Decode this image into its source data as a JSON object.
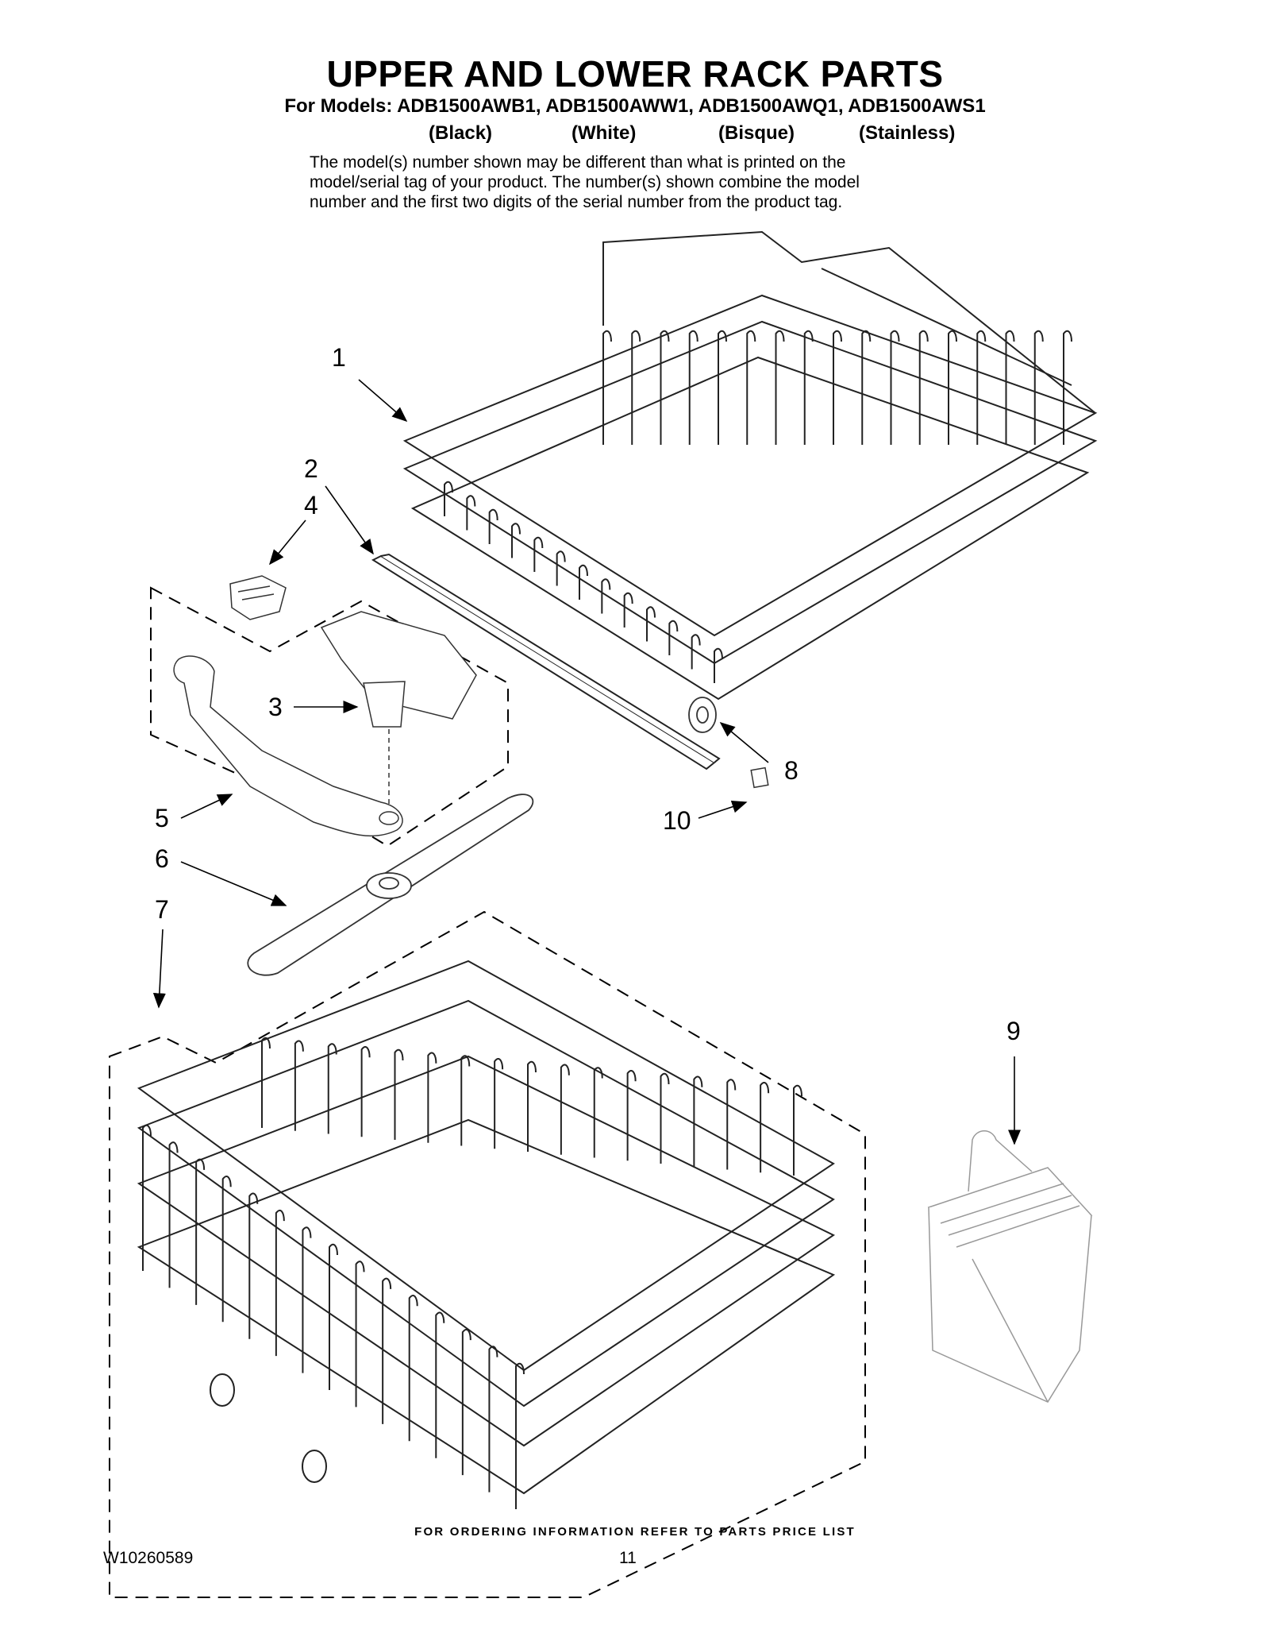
{
  "header": {
    "title": "UPPER AND LOWER RACK PARTS",
    "models_line": "For Models: ADB1500AWB1, ADB1500AWW1, ADB1500AWQ1, ADB1500AWS1",
    "colors": [
      "(Black)",
      "(White)",
      "(Bisque)",
      "(Stainless)"
    ],
    "note_lines": [
      "The model(s) number shown may be different than what is printed on the",
      "model/serial tag of your product. The number(s) shown combine the model",
      "number and the first two digits of the serial number from the product tag."
    ]
  },
  "callouts": {
    "c1": "1",
    "c2": "2",
    "c3": "3",
    "c4": "4",
    "c5": "5",
    "c6": "6",
    "c7": "7",
    "c8": "8",
    "c9": "9",
    "c10": "10"
  },
  "footer": {
    "ordering_info": "FOR ORDERING INFORMATION REFER TO PARTS PRICE LIST",
    "doc_number": "W10260589",
    "page_number": "11"
  }
}
